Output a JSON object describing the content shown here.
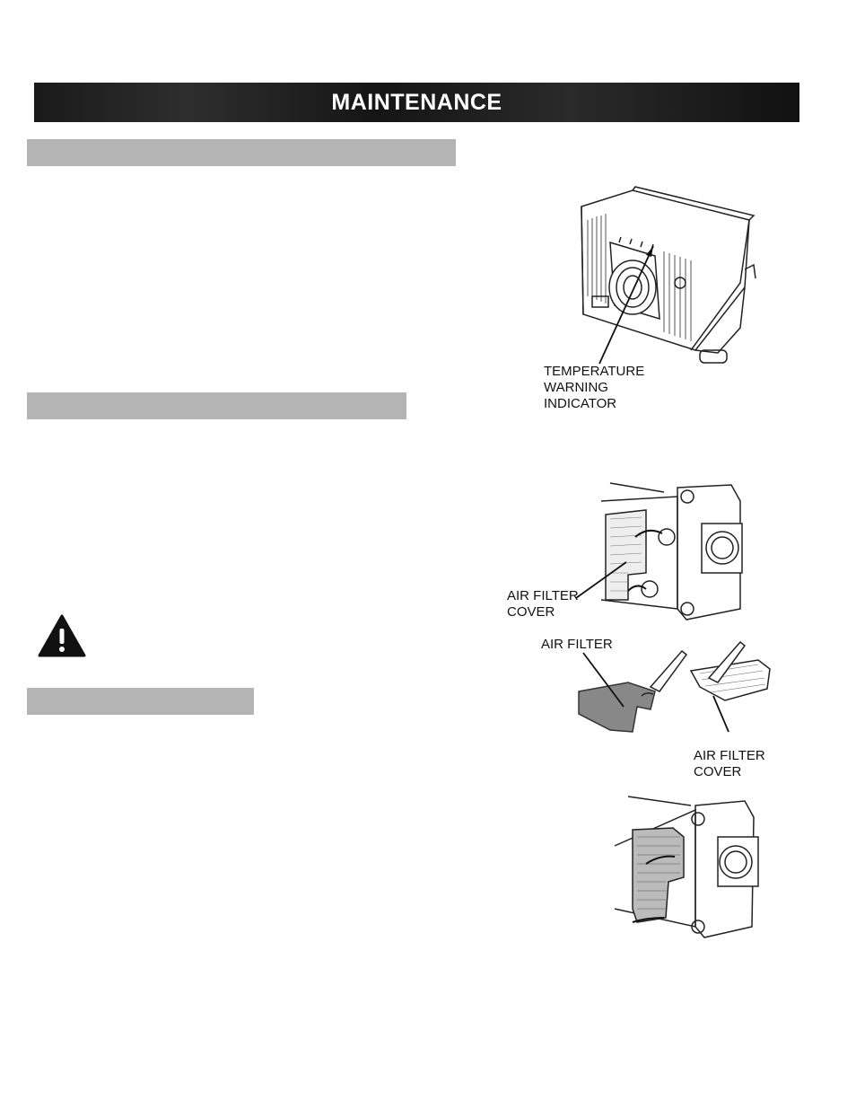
{
  "page": {
    "title": "MAINTENANCE"
  },
  "figures": {
    "temperature_indicator_label": "TEMPERATURE\nWARNING\nINDICATOR",
    "air_filter_cover_label_1": "AIR FILTER\nCOVER",
    "air_filter_label": "AIR FILTER",
    "air_filter_cover_label_2": "AIR FILTER\nCOVER"
  },
  "icons": {
    "warning": "warning-triangle-icon"
  }
}
